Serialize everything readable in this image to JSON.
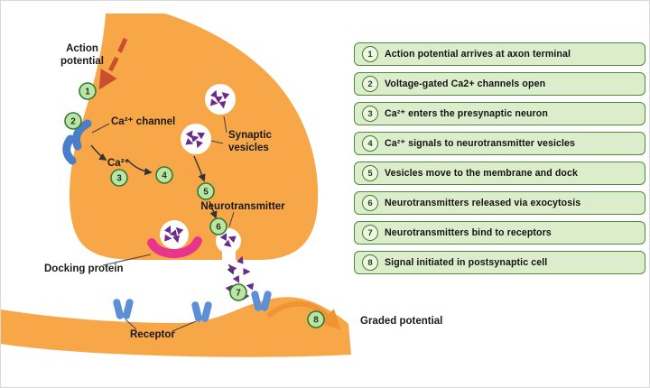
{
  "diagram": {
    "labels": {
      "action_potential_line1": "Action",
      "action_potential_line2": "potential",
      "ca_channel": "Ca²⁺ channel",
      "ca_ion": "Ca²⁺",
      "synaptic_vesicles_line1": "Synaptic",
      "synaptic_vesicles_line2": "vesicles",
      "neurotransmitter": "Neurotransmitter",
      "docking_protein": "Docking protein",
      "receptor": "Receptor",
      "graded_potential": "Graded potential"
    }
  },
  "steps": [
    {
      "num": "1",
      "text": "Action potential arrives at axon terminal"
    },
    {
      "num": "2",
      "text": "Voltage-gated Ca2+ channels open"
    },
    {
      "num": "3",
      "text": "Ca²⁺ enters the presynaptic neuron"
    },
    {
      "num": "4",
      "text": "Ca²⁺ signals to neurotransmitter vesicles"
    },
    {
      "num": "5",
      "text": "Vesicles move to the membrane and dock"
    },
    {
      "num": "6",
      "text": "Neurotransmitters released via exocytosis"
    },
    {
      "num": "7",
      "text": "Neurotransmitters bind to receptors"
    },
    {
      "num": "8",
      "text": "Signal initiated in postsynaptic cell"
    }
  ],
  "colors": {
    "terminal_orange": "#f7a648",
    "vesicle_purple": "#6b2a8c",
    "receptor_blue": "#5c8fd6",
    "docking_pink": "#e9348c",
    "step_green_bg": "#dbedca",
    "step_green_border": "#4e8b3b",
    "badge_green_fill": "#bee3a6",
    "action_arrow_red": "#c94f30",
    "graded_arrow_orange": "#ee9433"
  }
}
